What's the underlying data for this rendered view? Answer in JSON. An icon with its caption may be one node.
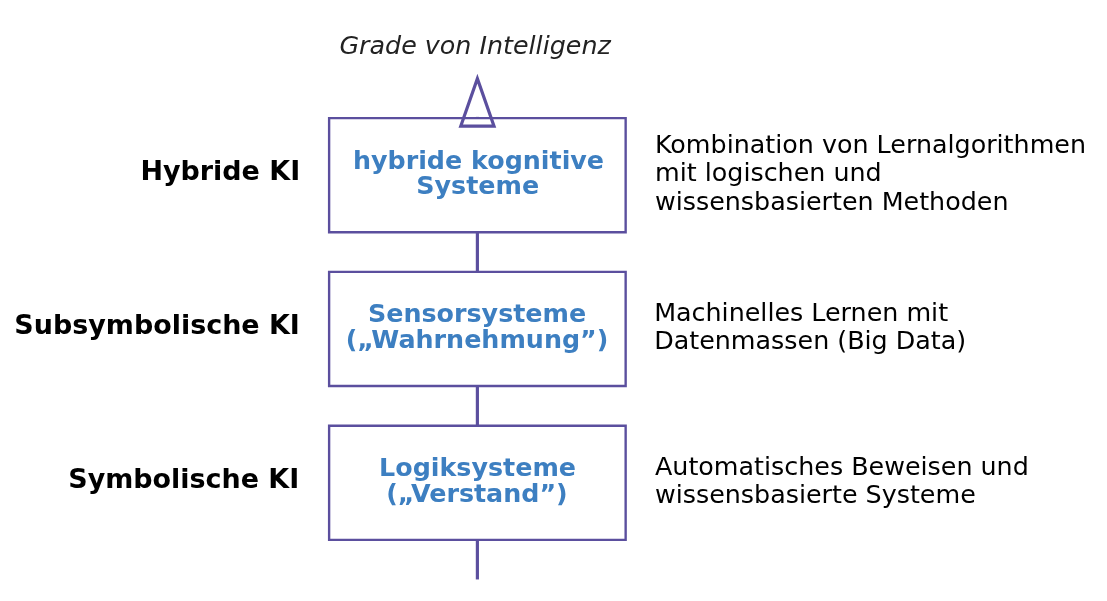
{
  "diagram": {
    "nodes": [
      {
        "text": [
          "Grade von Intelligenz"
        ]
      },
      {
        "text": [
          "hybride kognitive Systeme"
        ],
        "beside": [
          "Hybride KI",
          "Kombination von Lernalgorithmen mit logischen und wissensbasierten Methoden"
        ]
      },
      {
        "text": [
          "Sensorsysteme („Wahrnehmung”)"
        ],
        "beside": [
          "Subsymbolische KI",
          "Machinelles Lernen mit Datenmassen (Big Data)"
        ]
      },
      {
        "text": [
          "Logiksysteme („Verstand”)"
        ],
        "beside": [
          "Symbolische KI",
          "Automatisches Beweisen und wissensbasierte Systeme"
        ]
      }
    ],
    "edges": [
      {
        "from": null,
        "to": 3,
        "arrow": "none"
      },
      {
        "from": 3,
        "to": 2,
        "arrow": "none"
      },
      {
        "from": 2,
        "to": 1,
        "arrow": "none"
      },
      {
        "from": 1,
        "to": 0,
        "arrow": "to"
      }
    ]
  }
}
